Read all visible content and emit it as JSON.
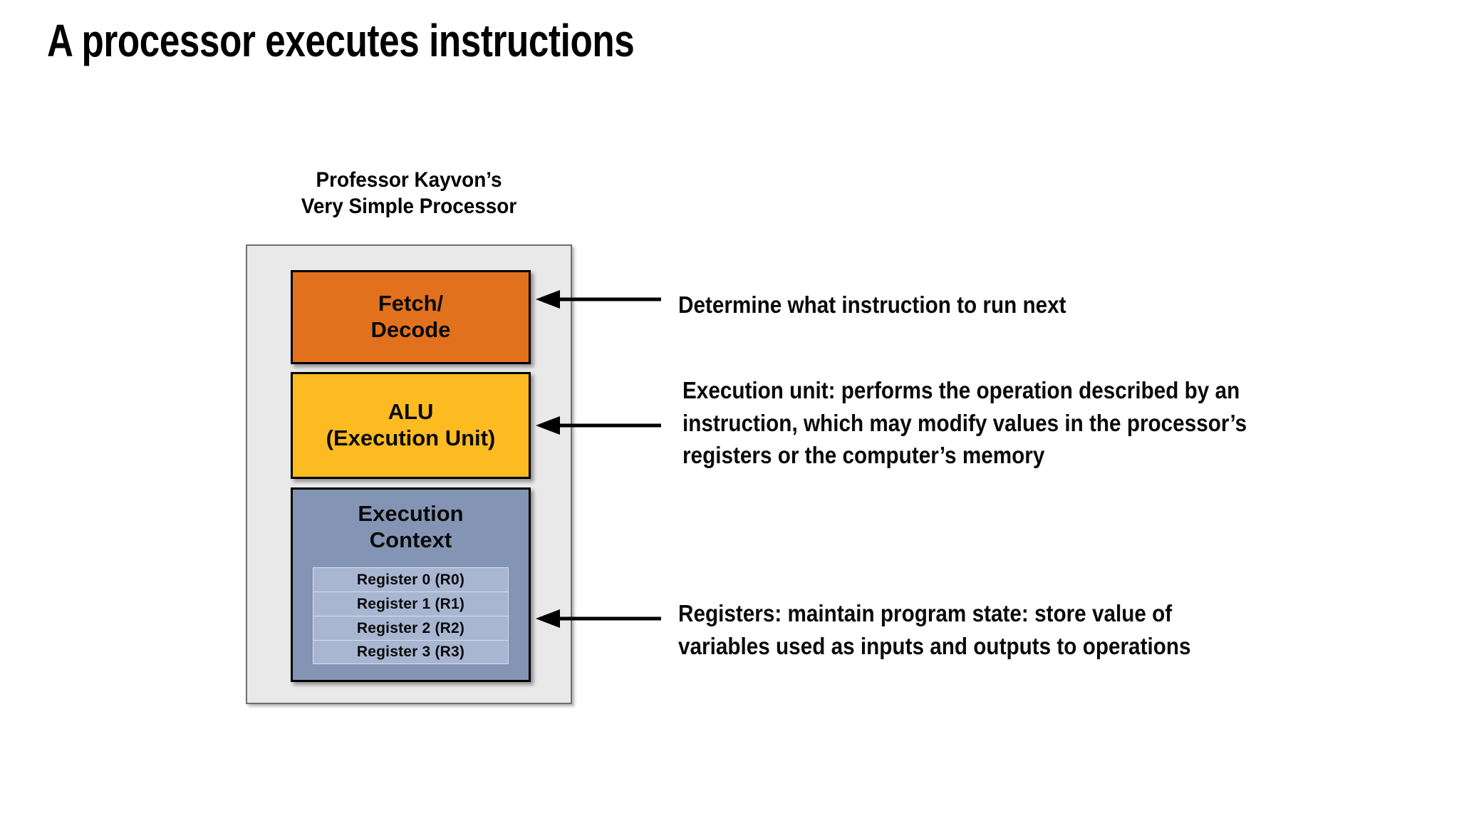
{
  "slide": {
    "title": "A processor executes instructions",
    "background_color": "#FFFFFF"
  },
  "diagram": {
    "caption_line1": "Professor Kayvon’s",
    "caption_line2": "Very Simple Processor",
    "chassis_color": "#E9E9E9",
    "blocks": [
      {
        "name": "fetch-decode",
        "title_line1": "Fetch/",
        "title_line2": "Decode",
        "color": "#E2711D"
      },
      {
        "name": "alu",
        "title_line1": "ALU",
        "title_line2": "(Execution Unit)",
        "color": "#FDBB22"
      },
      {
        "name": "execution-context",
        "title_line1": "Execution",
        "title_line2": "Context",
        "color": "#8494B4"
      }
    ],
    "registers": [
      {
        "label": "Register 0  (R0)"
      },
      {
        "label": "Register 1  (R1)"
      },
      {
        "label": "Register 2  (R2)"
      },
      {
        "label": "Register 3  (R3)"
      }
    ],
    "register_color": "#A8B6D2"
  },
  "callouts": [
    {
      "name": "fetch-decode-callout",
      "lines": [
        "Determine what instruction to run next"
      ]
    },
    {
      "name": "alu-callout",
      "lines": [
        "Execution unit: performs the operation described by an",
        "instruction, which may modify values in the processor’s",
        "registers or the computer’s memory"
      ]
    },
    {
      "name": "registers-callout",
      "lines": [
        "Registers: maintain program state: store value of",
        "variables used as inputs and outputs to operations"
      ]
    }
  ]
}
